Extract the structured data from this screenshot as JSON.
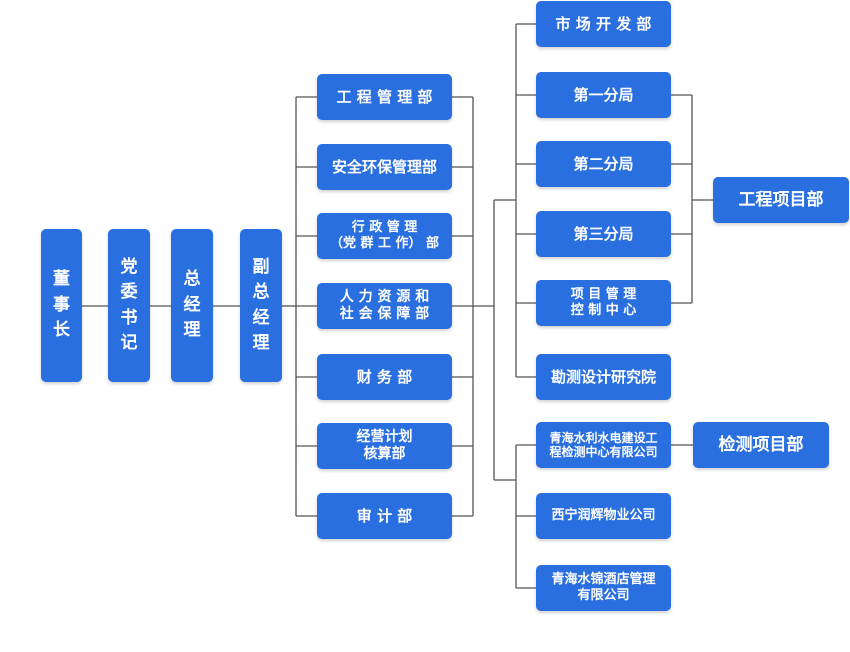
{
  "nodes": {
    "chairman": "董\n事\n长",
    "party_secretary": "党\n委\n书\n记",
    "general_manager": "总\n经\n理",
    "deputy_general_manager": "副\n总\n经\n理",
    "engineering_management": "工 程 管 理 部",
    "safety_environment": "安全环保管理部",
    "administration": "行 政 管 理\n（党 群 工 作） 部",
    "human_resources": "人 力 资 源 和\n社 会 保 障 部",
    "finance": "财 务 部",
    "business_planning": "经营计划\n核算部",
    "audit": "审 计 部",
    "market_development": "市 场 开 发 部",
    "branch_1": "第一分局",
    "branch_2": "第二分局",
    "branch_3": "第三分局",
    "project_control": "项 目 管 理\n控 制 中 心",
    "survey_design": "勘测设计研究院",
    "qinghai_testing": "青海水利水电建设工\n程检测中心有限公司",
    "xining_property": "西宁润辉物业公司",
    "qinghai_hotel": "青海水锦酒店管理\n有限公司",
    "engineering_projects": "工程项目部",
    "testing_projects": "检测项目部"
  },
  "colors": {
    "node_fill": "#2a6fe0",
    "node_text": "#ffffff",
    "connector": "#555555"
  }
}
